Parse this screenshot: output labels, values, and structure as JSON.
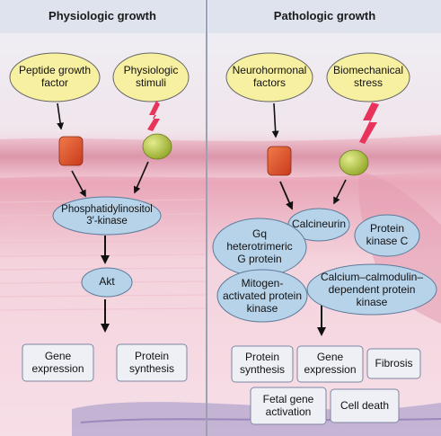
{
  "headers": {
    "left": "Physiologic growth",
    "right": "Pathologic growth"
  },
  "stimuli": {
    "peptide": "Peptide growth\nfactor",
    "physiologic": "Physiologic\nstimuli",
    "neurohormonal": "Neurohormonal\nfactors",
    "biomechanical": "Biomechanical\nstress"
  },
  "signaling": {
    "pi3k": "Phosphatidylinositol\n3′-kinase",
    "akt": "Akt",
    "calcineurin": "Calcineurin",
    "gq": "Gq\nheterotrimeric\nG protein",
    "pkc": "Protein\nkinase C",
    "mapk": "Mitogen-\nactivated protein\nkinase",
    "camk": "Calcium–calmodulin–\ndependent protein\nkinase"
  },
  "outcomes": {
    "left_gene": "Gene\nexpression",
    "left_protein": "Protein\nsynthesis",
    "right_protein": "Protein\nsynthesis",
    "right_gene": "Gene\nexpression",
    "fibrosis": "Fibrosis",
    "fetal": "Fetal gene\nactivation",
    "death": "Cell death"
  },
  "colors": {
    "header_bg": "#dfe3ee",
    "bubble_fill": "#f7f0a0",
    "oval_fill": "#b7d3ea",
    "box_fill": "#eef0f6",
    "receptor_red": "#e0502a",
    "receptor_green": "#b9c94a",
    "lightning": "#e8345a",
    "membrane": "#e7a9b8",
    "cytoplasm": "#f6d9e2"
  },
  "icons": [
    "receptor-icon",
    "ion-channel-icon",
    "lightning-icon",
    "arrow-icon"
  ]
}
